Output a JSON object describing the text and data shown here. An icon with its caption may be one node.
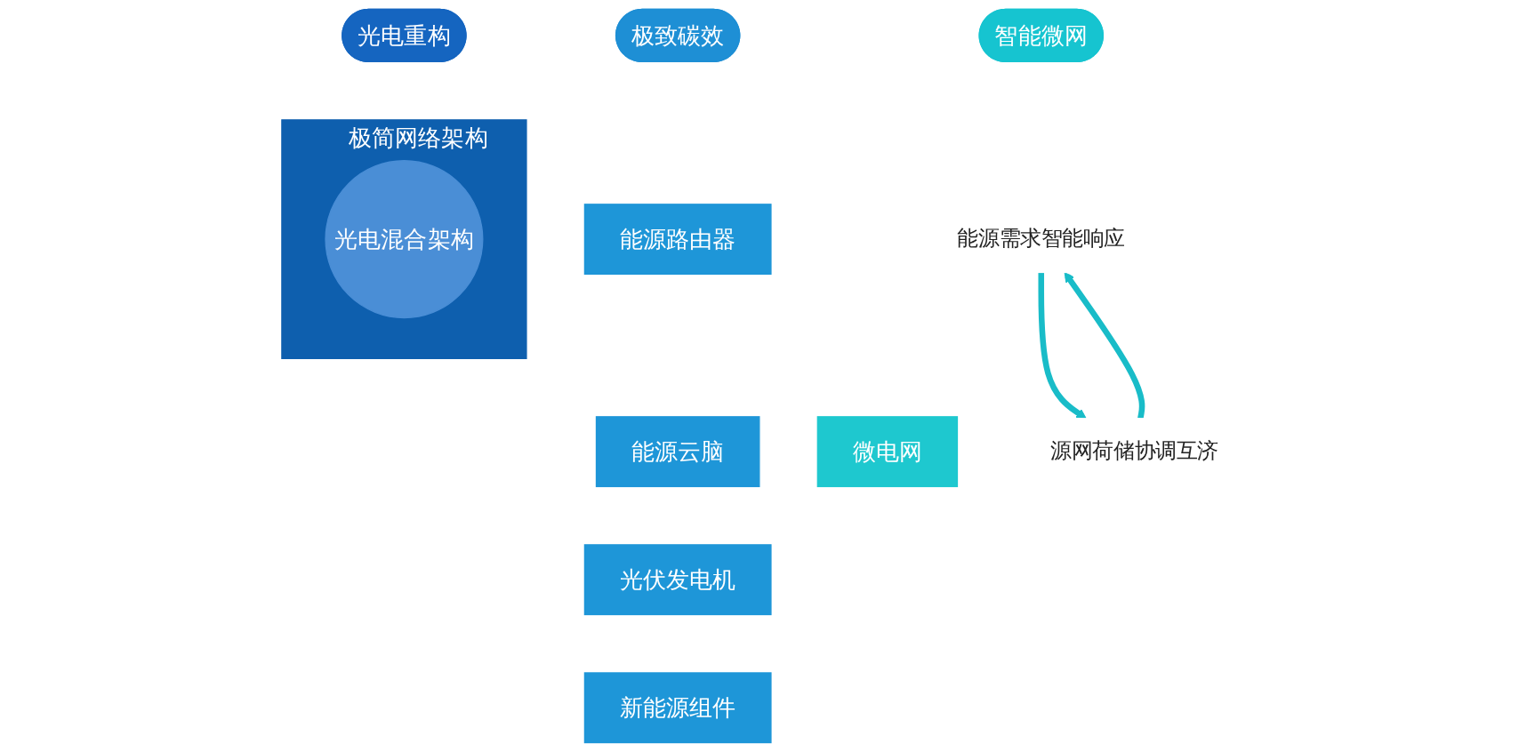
{
  "diagram": {
    "nodes": [
      {
        "text": [
          "光电重构"
        ]
      },
      {
        "text": [
          "极致碳效"
        ]
      },
      {
        "text": [
          "智能微网"
        ]
      },
      {
        "text": [
          "极简网络架构"
        ]
      },
      {
        "text": [
          "光电混合架构"
        ],
        "in": 3
      },
      {
        "text": [
          "能源路由器"
        ]
      },
      {
        "text": [
          "能源云脑"
        ]
      },
      {
        "text": [
          "光伏发电机"
        ]
      },
      {
        "text": [
          "新能源组件"
        ]
      },
      {
        "text": [
          "能源需求智能响应"
        ]
      },
      {
        "text": [
          "微电网"
        ]
      },
      {
        "text": [
          "源网荷储协调互济"
        ]
      }
    ],
    "edges": [
      {
        "from": 9,
        "to": 11,
        "arrow": "to"
      },
      {
        "from": 11,
        "to": 9,
        "arrow": "to"
      }
    ]
  }
}
